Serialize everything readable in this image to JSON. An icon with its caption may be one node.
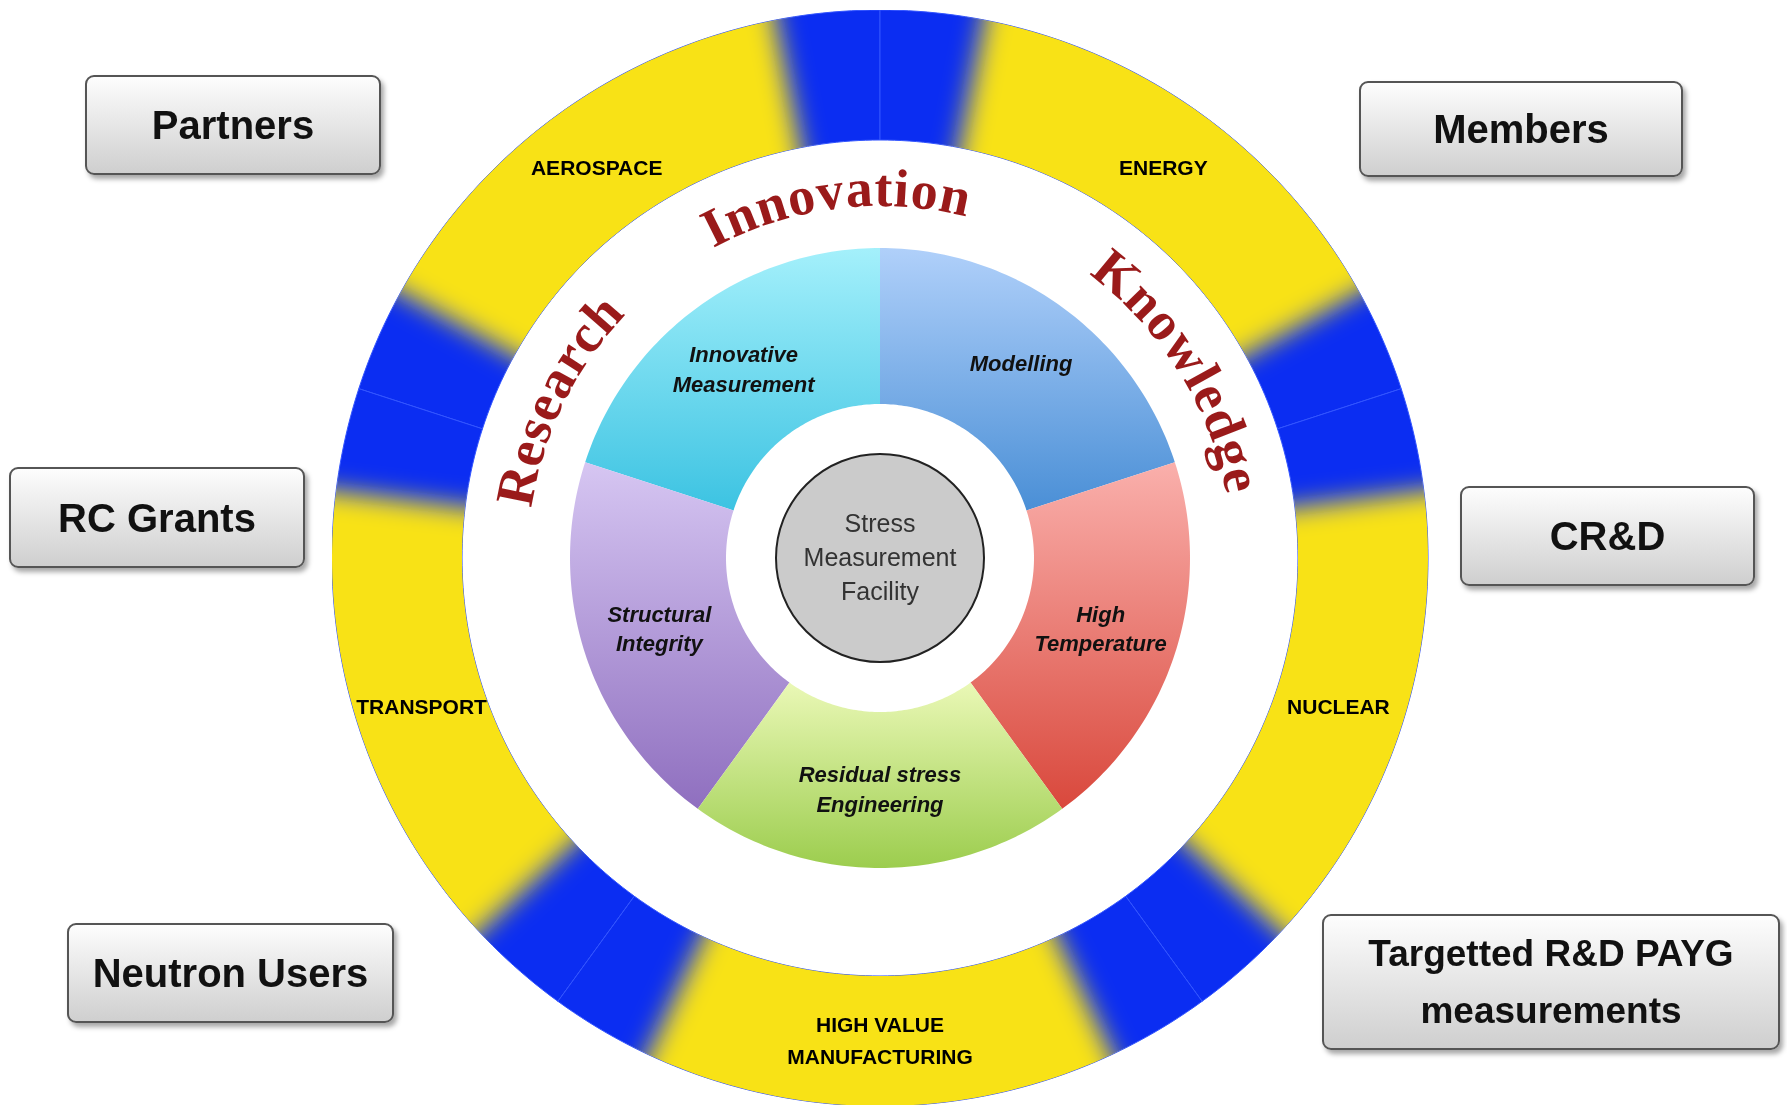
{
  "diagram": {
    "nodes": [
      {
        "text": [
          "Partners"
        ]
      },
      {
        "text": [
          "Members"
        ]
      },
      {
        "text": [
          "AEROSPACE"
        ]
      },
      {
        "text": [
          "ENERGY"
        ]
      },
      {
        "text": [
          "Innovative Measurement"
        ]
      },
      {
        "text": [
          "Modelling"
        ]
      },
      {
        "text": [
          "RC Grants"
        ]
      },
      {
        "text": [
          "CR&D"
        ]
      },
      {
        "text": [
          "Stress Measurement Facility"
        ]
      },
      {
        "text": [
          "Structural Integrity"
        ]
      },
      {
        "text": [
          "High Temperature"
        ]
      },
      {
        "text": [
          "TRANSPORT"
        ]
      },
      {
        "text": [
          "NUCLEAR"
        ]
      },
      {
        "text": [
          "Residual stress Engineering"
        ]
      },
      {
        "text": [
          "Neutron Users"
        ]
      },
      {
        "text": [
          "Targetted R&D PAYG measurements"
        ]
      },
      {
        "text": [
          "HIGH VALUE MANUFACTURING"
        ]
      }
    ],
    "edges": [],
    "labels": [
      "Research",
      "Innovation",
      "Knowledge"
    ]
  }
}
